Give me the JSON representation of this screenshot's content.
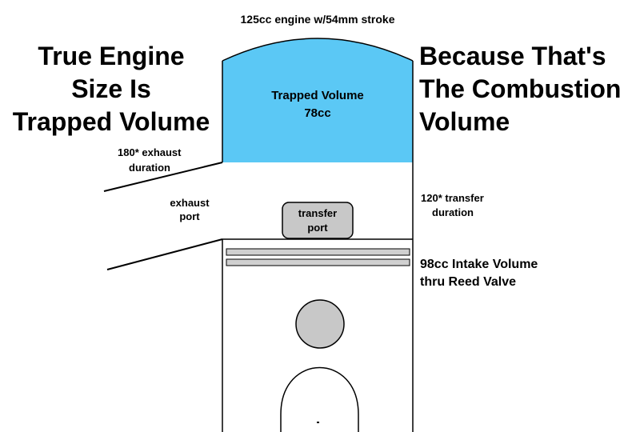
{
  "title": "125cc engine w/54mm  stroke",
  "left_headline": [
    "True Engine",
    "Size Is",
    "Trapped Volume"
  ],
  "right_headline": [
    "Because That's",
    "The Combustion",
    "Volume"
  ],
  "trapped_volume": {
    "label": "Trapped Volume",
    "value": "78cc"
  },
  "exhaust_duration": [
    "180* exhaust",
    "duration"
  ],
  "exhaust_port": [
    "exhaust",
    "port"
  ],
  "transfer_duration": [
    "120* transfer",
    "duration"
  ],
  "transfer_port": [
    "transfer",
    "port"
  ],
  "intake": [
    "98cc Intake Volume",
    "thru Reed Valve"
  ],
  "colors": {
    "trapped_fill": "#5bc8f5",
    "transfer_fill": "#c8c8c8",
    "ring_fill": "#d0d0d0",
    "pin_fill": "#c8c8c8",
    "outline": "#000000"
  }
}
